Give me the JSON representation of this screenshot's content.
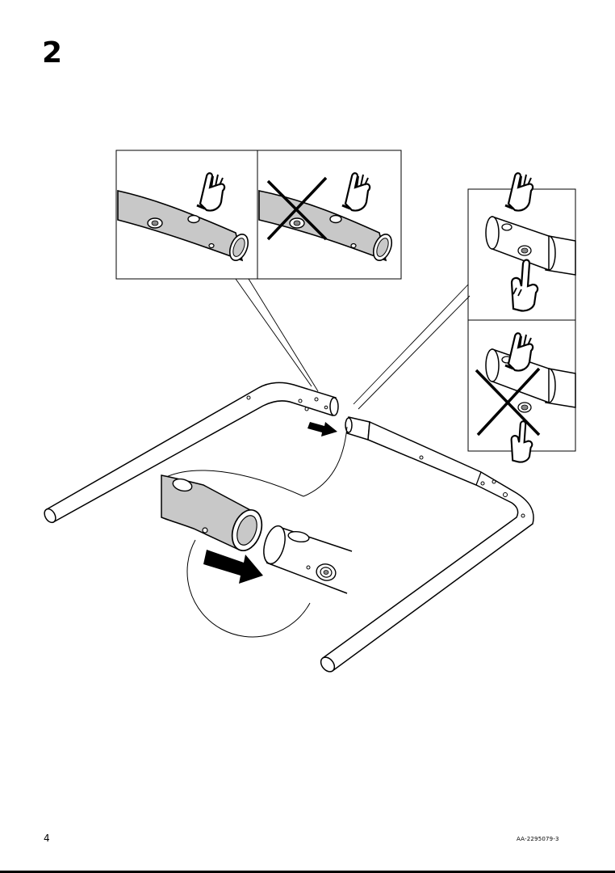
{
  "step": {
    "number": "2"
  },
  "footer": {
    "page_number": "4",
    "document_code": "AA-2295079-3"
  },
  "icons": [
    "hand-touch-icon",
    "hand-pointing-icon",
    "cross-mark-icon",
    "arrow-right-icon"
  ],
  "colors": {
    "tube_fill": "#c8c8c8",
    "line": "#000000",
    "background": "#ffffff"
  }
}
